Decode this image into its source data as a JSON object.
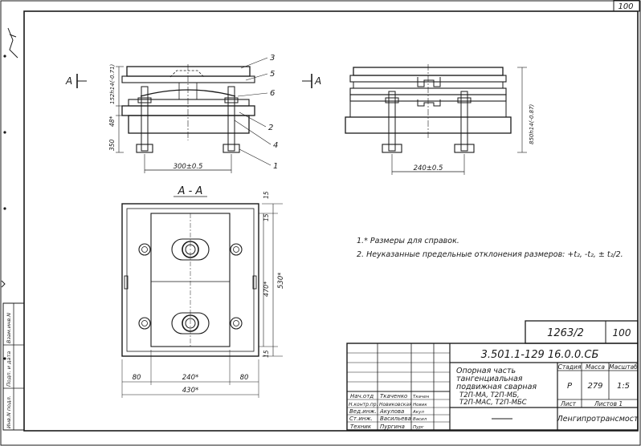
{
  "page": {
    "corner_number": "100"
  },
  "section_marks": {
    "left": "A",
    "right": "A",
    "section_title": "А - А"
  },
  "callouts": [
    "1",
    "2",
    "3",
    "4",
    "5",
    "6"
  ],
  "dims": {
    "front_base_width": "300±0.5",
    "side_base_width": "240±0.5",
    "height_350": "350",
    "height_48": "48*",
    "height_152": "152h14(-0.71)",
    "side_height_850": "850h14(-0.87)",
    "plan_width_430": "430*",
    "plan_80_left": "80",
    "plan_240": "240*",
    "plan_80_right": "80",
    "plan_height_530": "530*",
    "plan_height_470": "470*",
    "plan_15_top_a": "15",
    "plan_15_top_b": "15",
    "plan_15_bottom": "15"
  },
  "notes": [
    "1.* Размеры для справок.",
    "2. Неуказанные предельные отклонения размеров: +t₂, -t₂, ± t₂/2."
  ],
  "title_block": {
    "sheet_ref_left": "1263/2",
    "sheet_ref_right": "100",
    "doc_code": "3.501.1-129 16.0.0.СБ",
    "product_name": [
      "Опорная часть",
      "тангенциальная",
      "подвижная сварная",
      "Т2П-МА, Т2П-МБ,",
      "Т2П-МАС, Т2П-МБС"
    ],
    "stage_header": "Стадия",
    "mass_header": "Масса",
    "scale_header": "Масштаб",
    "stage_value": "Р",
    "mass_value": "279",
    "scale_value": "1:5",
    "sheet_label": "Лист",
    "sheets_label": "Листов 1",
    "organization": "Ленгипротрансмост",
    "roles": [
      {
        "role": "Нач.отд",
        "name": "Ткаченко",
        "sign": "Ткачен"
      },
      {
        "role": "Н.контр.пр.",
        "name": "Новиковская",
        "sign": "Новик"
      },
      {
        "role": "Вед.инж.",
        "name": "Акулова",
        "sign": "Акул"
      },
      {
        "role": "Ст.инж.",
        "name": "Васильева",
        "sign": "Васил"
      },
      {
        "role": "Техник",
        "name": "Пургина",
        "sign": "Пург"
      }
    ]
  },
  "side_strip": [
    "Взам.инв.N",
    "Подп. и дата",
    "Инв.N подл."
  ]
}
